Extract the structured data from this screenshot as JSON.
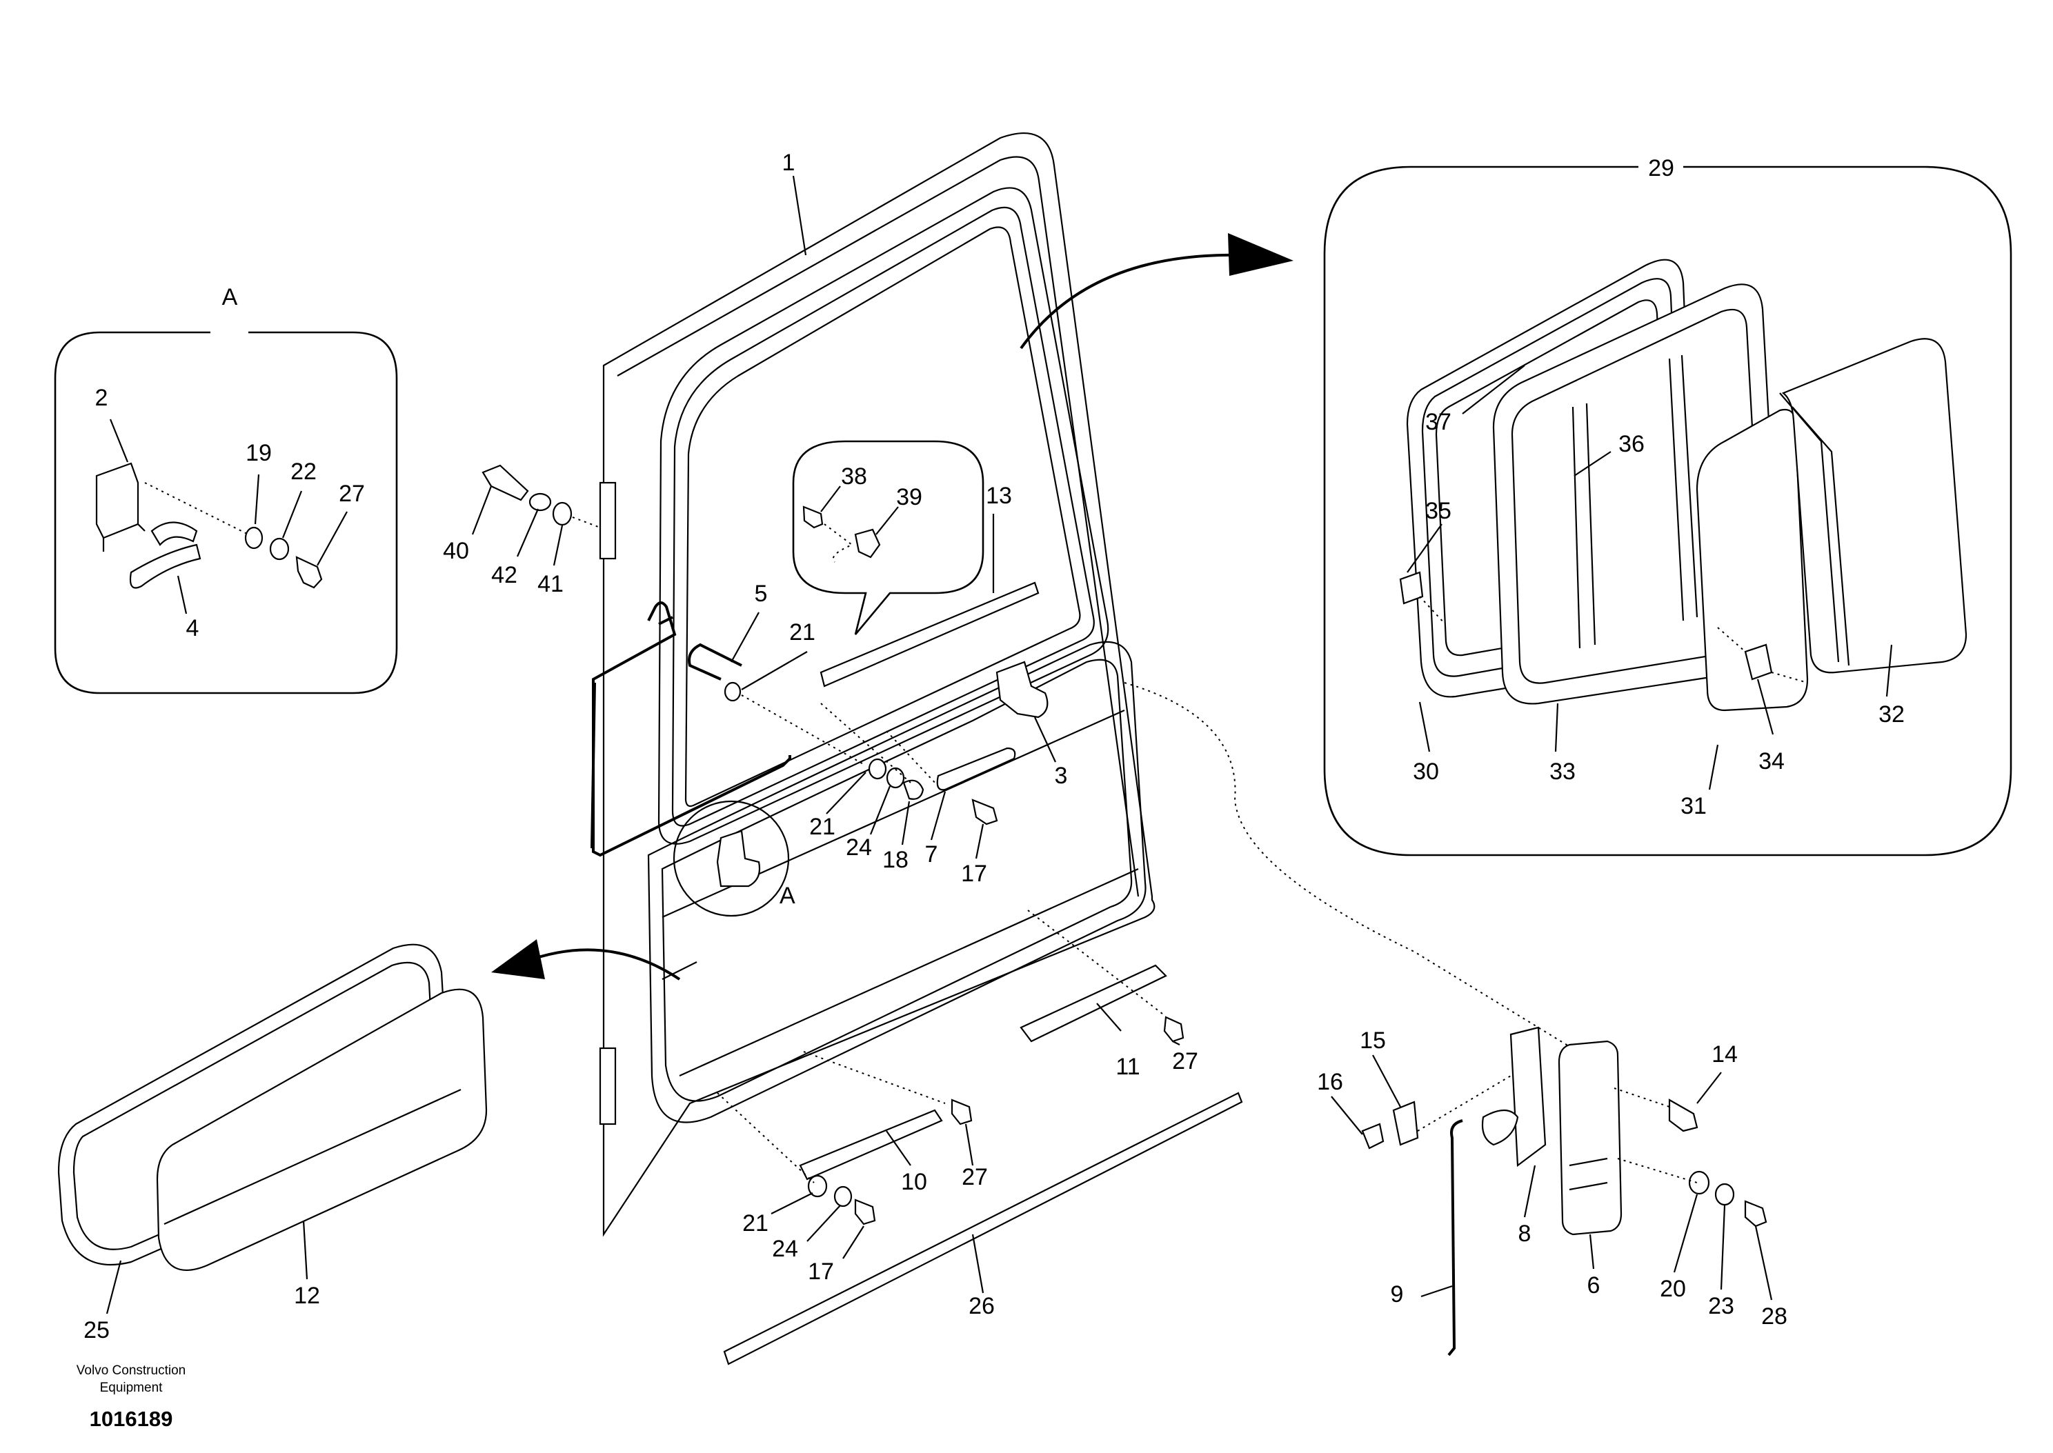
{
  "callouts": {
    "c1": "1",
    "c2": "2",
    "c3": "3",
    "c4": "4",
    "c5": "5",
    "c6": "6",
    "c7": "7",
    "c8": "8",
    "c9": "9",
    "c10": "10",
    "c11": "11",
    "c12": "12",
    "c13": "13",
    "c14": "14",
    "c15": "15",
    "c16": "16",
    "c17": "17",
    "c18": "18",
    "c19": "19",
    "c20": "20",
    "c21": "21",
    "c22": "22",
    "c23": "23",
    "c24": "24",
    "c25": "25",
    "c26": "26",
    "c27": "27",
    "c28": "28",
    "c29": "29",
    "c30": "30",
    "c31": "31",
    "c32": "32",
    "c33": "33",
    "c34": "34",
    "c35": "35",
    "c36": "36",
    "c37": "37",
    "c38": "38",
    "c39": "39",
    "c40": "40",
    "c41": "41",
    "c42": "42"
  },
  "detail": {
    "label": "A",
    "ref_label": "A"
  },
  "footer": {
    "brand_line1": "Volvo Construction",
    "brand_line2": "Equipment",
    "doc_number": "1016189"
  }
}
